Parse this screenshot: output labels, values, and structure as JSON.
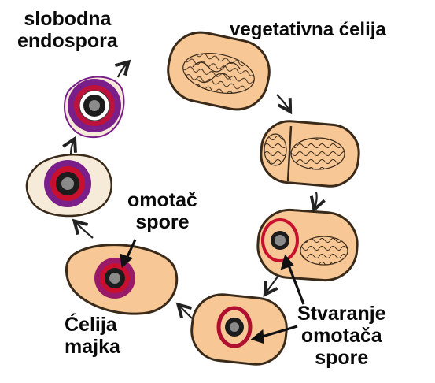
{
  "labels": {
    "free_endospore": [
      "slobodna",
      "endospora"
    ],
    "vegetative_cell": "vegetativna ćelija",
    "spore_coat": [
      "omotač",
      "spore"
    ],
    "mother_cell": [
      "Ćelija",
      "majka"
    ],
    "coat_formation": [
      "Stvaranje",
      "omotača",
      "spore"
    ]
  },
  "colors": {
    "cell_fill": "#f7c795",
    "cell_outline": "#3a2a1a",
    "free_spore_fill": "#f6ead8",
    "spore_purple": "#7a1f8a",
    "spore_red": "#c8102e",
    "spore_core": "#1c1c1c",
    "arrow": "#222222",
    "text": "#0a0a0a"
  }
}
